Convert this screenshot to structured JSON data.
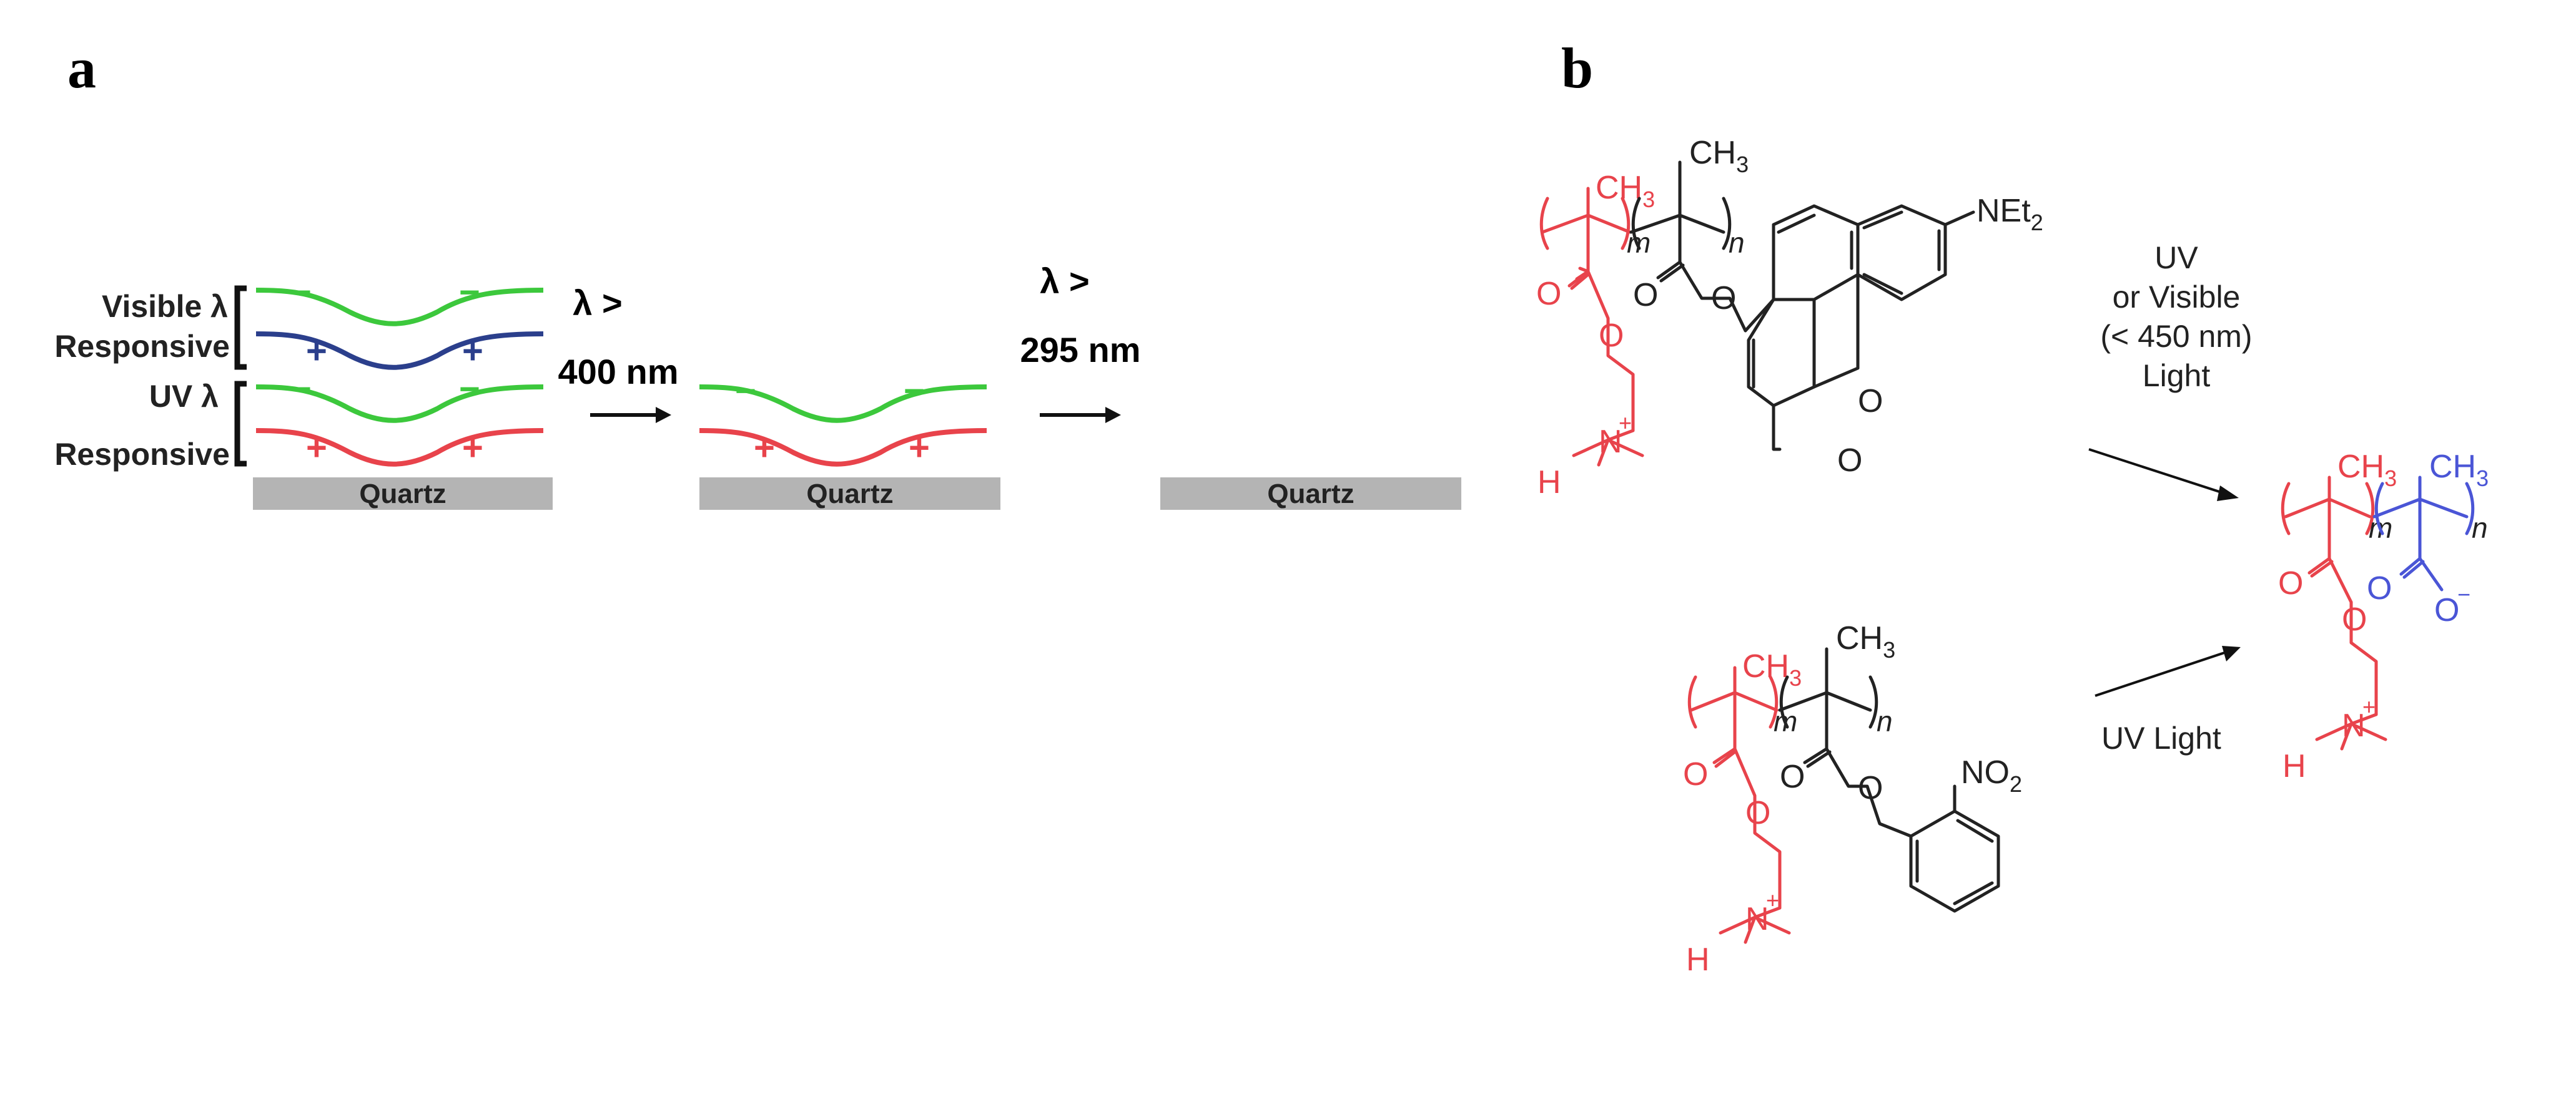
{
  "panel_a": {
    "label": "a",
    "legend": {
      "visible_line1": "Visible λ",
      "visible_line2": "Responsive",
      "uv_line1": "UV λ",
      "uv_line2": "Responsive"
    },
    "substrate_label": "Quartz",
    "steps": [
      {
        "line1": "λ >",
        "line2": "400 nm"
      },
      {
        "line1": "λ >",
        "line2": "295 nm"
      }
    ],
    "minus_sign": "−",
    "plus_sign": "+",
    "colors": {
      "anionic": "#3cc83c",
      "visible_cationic": "#2b3f8c",
      "uv_cationic": "#e8434b",
      "quartz": "#b4b4b4"
    }
  },
  "panel_b": {
    "label": "b",
    "ch3": "CH",
    "ch3_sub": "3",
    "m": "m",
    "n": "n",
    "O": "O",
    "N": "N",
    "H": "H",
    "plus": "+",
    "minus": "−",
    "net2": "NEt",
    "net2_sub": "2",
    "no2": "NO",
    "no2_sub": "2",
    "conditions_top": [
      "UV",
      "or Visible",
      "(< 450 nm)",
      "Light"
    ],
    "conditions_bottom": "UV Light",
    "colors": {
      "cationic_unit": "#e8434b",
      "photolabile_unit": "#222222",
      "carboxylate_unit": "#4a55d6"
    }
  }
}
